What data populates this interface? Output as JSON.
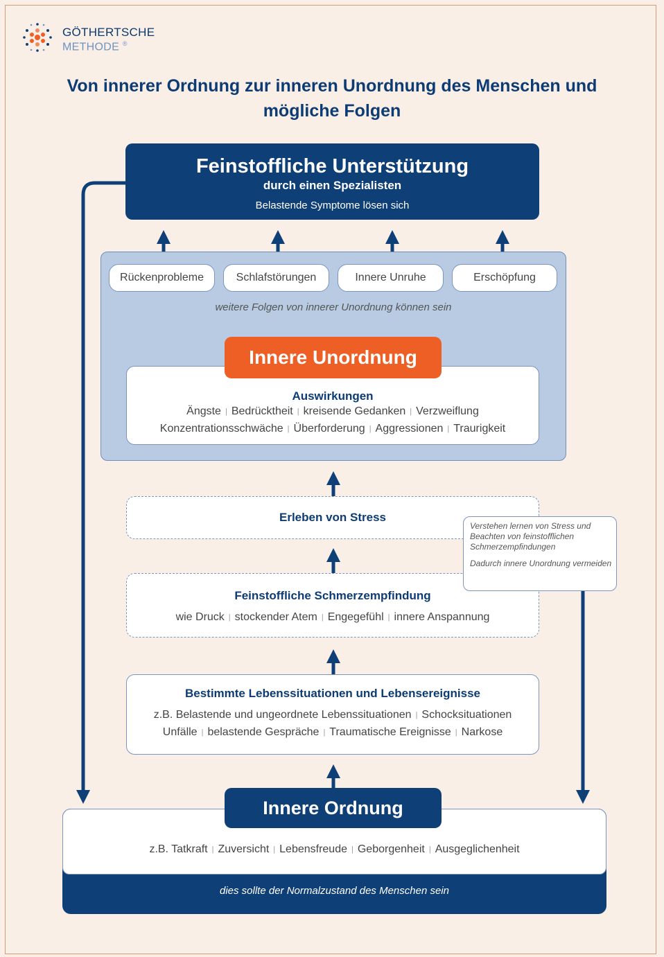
{
  "logo": {
    "line1": "GÖTHERTSCHE",
    "line2": "METHODE",
    "reg": "®"
  },
  "title": "Von innerer Ordnung zur inneren Unordnung des Menschen und mögliche Folgen",
  "top_box": {
    "heading": "Feinstoffliche Unterstützung",
    "sub": "durch einen Spezialisten",
    "desc": "Belastende Symptome lösen sich"
  },
  "symptoms": [
    "Rückenprobleme",
    "Schlafstörungen",
    "Innere Unruhe",
    "Erschöpfung"
  ],
  "further_note": "weitere Folgen von innerer Unordnung können sein",
  "disorder_label": "Innere Unordnung",
  "effects": {
    "heading": "Auswirkungen",
    "row1": [
      "Ängste",
      "Bedrücktheit",
      "kreisende Gedanken",
      "Verzweiflung"
    ],
    "row2": [
      "Konzentrationsschwäche",
      "Überforderung",
      "Aggressionen",
      "Traurigkeit"
    ]
  },
  "stress": {
    "heading": "Erleben von Stress"
  },
  "side_note": {
    "p1": "Verstehen lernen von Stress und Beachten von feinstofflichen Schmerzempfindungen",
    "p2": "Dadurch innere Unordnung vermeiden"
  },
  "pain": {
    "heading": "Feinstoffliche Schmerzempfindung",
    "items": [
      "wie Druck",
      "stockender Atem",
      "Engegefühl",
      "innere Anspannung"
    ]
  },
  "life": {
    "heading": "Bestimmte Lebenssituationen und Lebensereignisse",
    "row1": [
      "z.B. Belastende und ungeordnete Lebenssituationen",
      "Schocksituationen"
    ],
    "row2": [
      "Unfälle",
      "belastende Gespräche",
      "Traumatische Ereignisse",
      "Narkose"
    ]
  },
  "order": {
    "heading": "Innere Ordnung",
    "items": [
      "z.B. Tatkraft",
      "Zuversicht",
      "Lebensfreude",
      "Geborgenheit",
      "Ausgeglichenheit"
    ],
    "footer": "dies sollte der Normalzustand des Menschen sein"
  },
  "colors": {
    "navy": "#0f3f77",
    "orange": "#ee5f26",
    "panel": "#b8cbe3",
    "background": "#faefe7"
  }
}
